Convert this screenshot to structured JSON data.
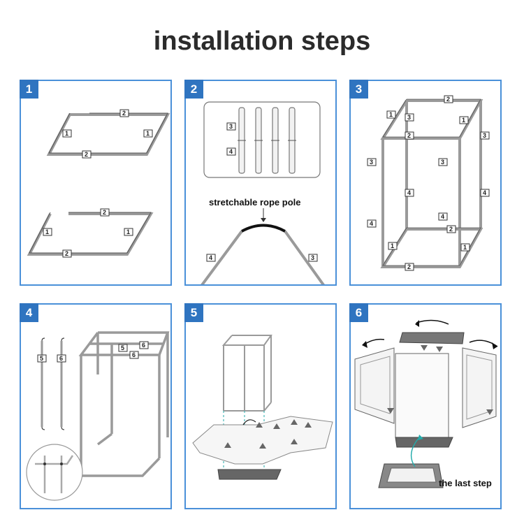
{
  "title": "installation steps",
  "steps": [
    {
      "number": "1"
    },
    {
      "number": "2",
      "caption": "stretchable rope pole"
    },
    {
      "number": "3"
    },
    {
      "number": "4"
    },
    {
      "number": "5"
    },
    {
      "number": "6",
      "caption": "the last step"
    }
  ],
  "part_labels": {
    "p1": "1",
    "p2": "2",
    "p3": "3",
    "p4": "4",
    "p5": "5",
    "p6": "6"
  },
  "colors": {
    "accent": "#2f74c0",
    "frame": "#999999",
    "border": "#4a90d9"
  }
}
